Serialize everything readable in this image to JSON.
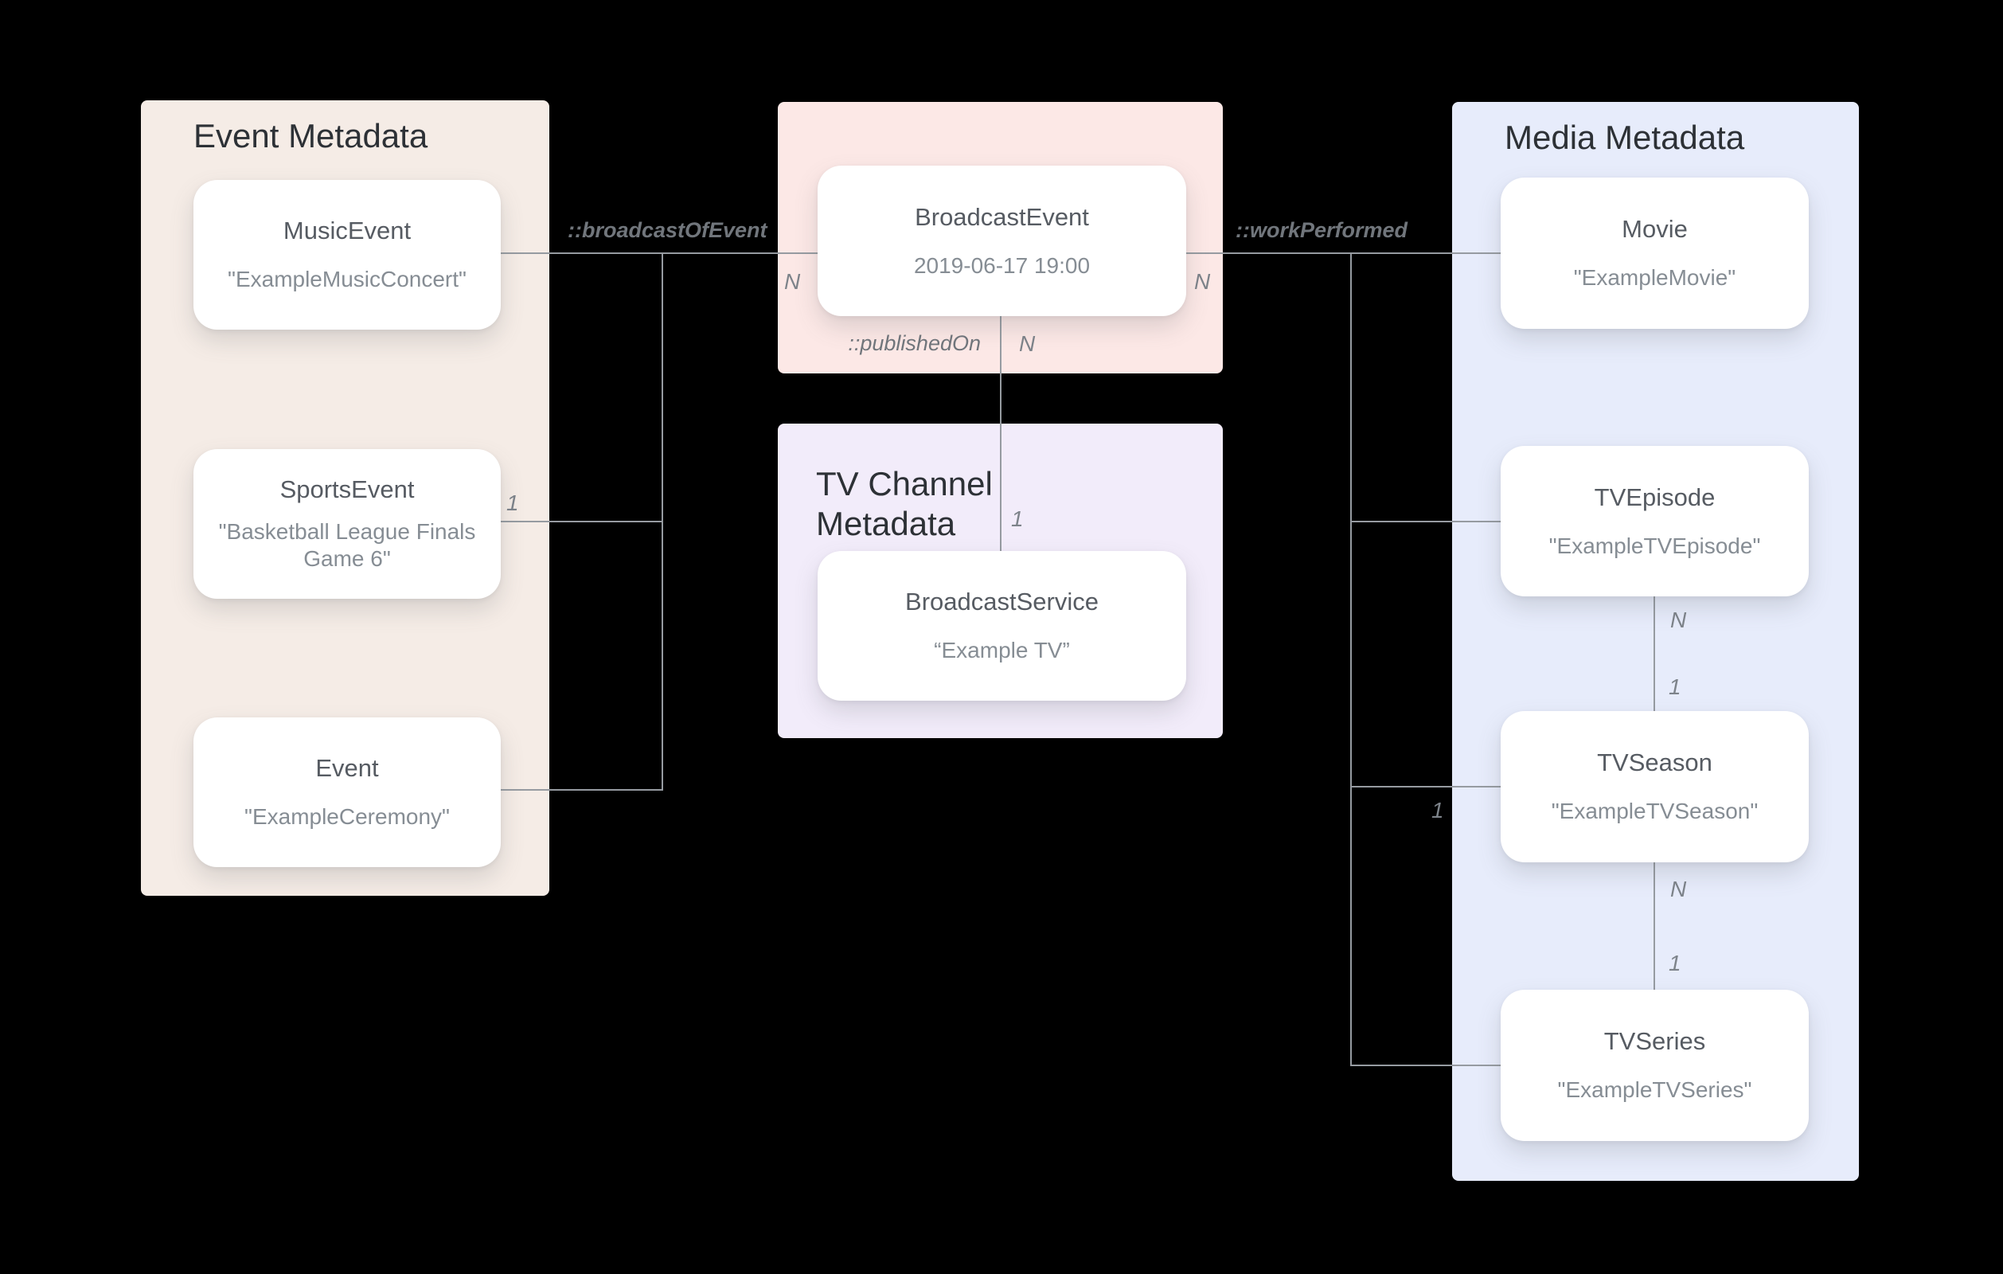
{
  "panels": {
    "event_metadata": {
      "title": "Event Metadata"
    },
    "tv_channel_metadata": {
      "title": "TV Channel Metadata"
    },
    "media_metadata": {
      "title": "Media Metadata"
    }
  },
  "nodes": {
    "music_event": {
      "title": "MusicEvent",
      "subtitle": "\"ExampleMusicConcert\""
    },
    "sports_event": {
      "title": "SportsEvent",
      "subtitle": "\"Basketball League Finals Game 6\""
    },
    "event": {
      "title": "Event",
      "subtitle": "\"ExampleCeremony\""
    },
    "broadcast_event": {
      "title": "BroadcastEvent",
      "subtitle": "2019-06-17 19:00"
    },
    "broadcast_service": {
      "title": "BroadcastService",
      "subtitle": "“Example TV”"
    },
    "movie": {
      "title": "Movie",
      "subtitle": "\"ExampleMovie\""
    },
    "tv_episode": {
      "title": "TVEpisode",
      "subtitle": "\"ExampleTVEpisode\""
    },
    "tv_season": {
      "title": "TVSeason",
      "subtitle": "\"ExampleTVSeason\""
    },
    "tv_series": {
      "title": "TVSeries",
      "subtitle": "\"ExampleTVSeries\""
    }
  },
  "relationships": {
    "broadcast_of_event": {
      "label": "::broadcastOfEvent",
      "n": "N",
      "one": "1"
    },
    "published_on": {
      "label": "::publishedOn",
      "n": "N",
      "one": "1"
    },
    "work_performed": {
      "label": "::workPerformed",
      "n": "N",
      "one": "1"
    },
    "episode_to_season": {
      "n": "N",
      "one": "1"
    },
    "season_to_series": {
      "n": "N",
      "one": "1"
    }
  },
  "colors": {
    "background": "#000000",
    "event_panel": "#f5ece6",
    "broadcast_panel": "#fce8e6",
    "tv_channel_panel": "#f2ecfa",
    "media_panel": "#e7ecfb",
    "node_background": "#ffffff",
    "panel_title_text": "#2d3136",
    "node_title_text": "#565b62",
    "node_subtitle_text": "#868d94",
    "connector_line": "#969ba1",
    "relationship_label_text": "#71767c",
    "cardinality_text": "#7d838a"
  }
}
